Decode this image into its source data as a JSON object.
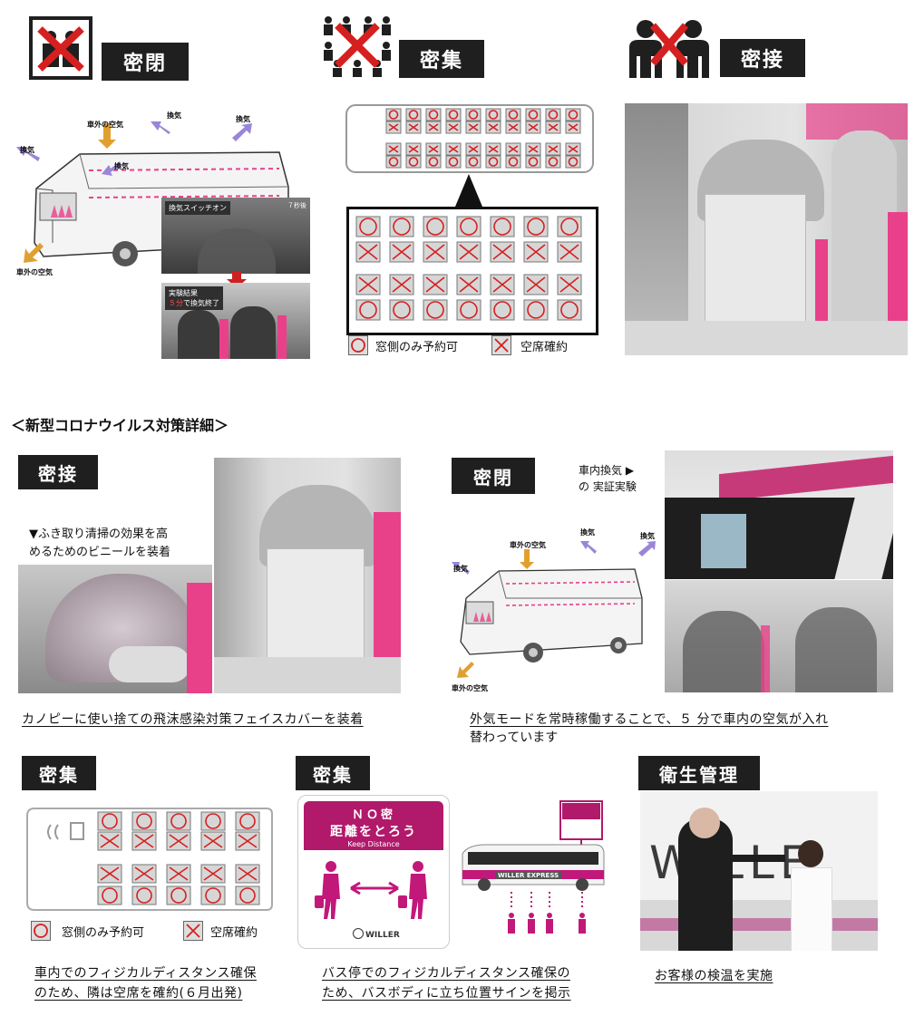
{
  "tags": {
    "mippei": "密閉",
    "misshu": "密集",
    "missetsu": "密接",
    "eisei": "衛生管理"
  },
  "section_title": "＜新型コロナウイルス対策詳細＞",
  "diagram_labels": {
    "ventilation": "換気",
    "outside_air": "車外の空気",
    "switch_on": "換気スイッチオン",
    "result": "実験結果",
    "result_min": "５分",
    "result_tail": "で換気終了",
    "seven_sec": "７秒後",
    "in_car_vent": "車内換気 ▶",
    "in_car_vent2": "の 実証実験"
  },
  "legend": {
    "window_only": "窓側のみ予約可",
    "empty_seat": "空席確約"
  },
  "vinyl_note_line1": "▼ふき取り清掃の効果を高",
  "vinyl_note_line2": "めるためのビニールを装着",
  "captions": {
    "face_cover": "カノピーに使い捨ての飛沫感染対策フェイスカバーを装着",
    "outside_mode_1": "外気モードを常時稼働することで、５ 分で車内の空気が入れ",
    "outside_mode_2": "替わっています",
    "distance_1": "車内でのフィジカルディスタンス確保",
    "distance_2": "のため、隣は空席を確約(６月出発)",
    "busstop_1": "バス停でのフィジカルディスタンス確保の",
    "busstop_2": "ため、バスボディに立ち位置サインを掲示",
    "temp": "お客様の検温を実施"
  },
  "sign": {
    "no_mitsu": "ＮＯ密",
    "distance": "距離をとろう",
    "keep": "Keep Distance",
    "brand": "WILLER"
  },
  "bus_brand": "WILLER EXPRESS",
  "colors": {
    "accent_red": "#d62020",
    "pink": "#e8418a",
    "magenta": "#b1196a",
    "dark": "#1f1f1f",
    "purple_arrow": "#9a86d8",
    "orange_arrow": "#e0a030"
  }
}
